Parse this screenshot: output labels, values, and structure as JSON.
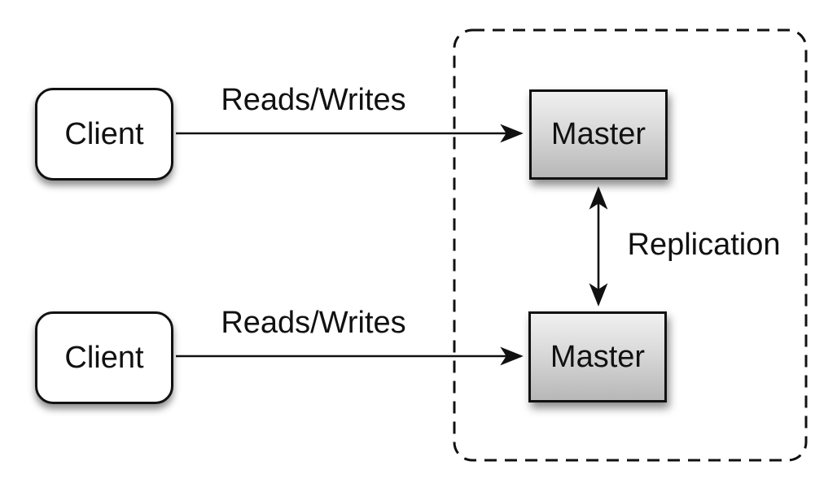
{
  "diagram": {
    "nodes": {
      "client_top": {
        "label": "Client"
      },
      "client_bottom": {
        "label": "Client"
      },
      "master_top": {
        "label": "Master"
      },
      "master_bottom": {
        "label": "Master"
      }
    },
    "edges": {
      "reads_writes_top": {
        "label": "Reads/Writes"
      },
      "reads_writes_bottom": {
        "label": "Reads/Writes"
      },
      "replication": {
        "label": "Replication"
      }
    },
    "colors": {
      "background": "#ffffff",
      "line": "#111111",
      "client_fill": "#ffffff",
      "master_gradient_top": "#f0f0f0",
      "master_gradient_bottom": "#b7b7b7"
    }
  }
}
